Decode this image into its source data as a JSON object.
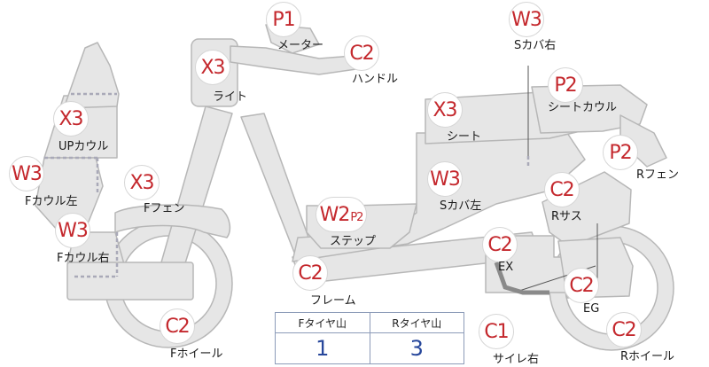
{
  "colors": {
    "body_fill": "#e6e6e6",
    "body_stroke": "#b7b7b7",
    "badge_text": "#c4282d",
    "table_value": "#27479b",
    "table_border": "#8c9bb8"
  },
  "parts": [
    {
      "key": "meter",
      "grade": "P1",
      "label": "メーター"
    },
    {
      "key": "handle",
      "grade": "C2",
      "label": "ハンドル"
    },
    {
      "key": "light",
      "grade": "X3",
      "label": "ライト"
    },
    {
      "key": "up-cowl",
      "grade": "X3",
      "label": "UPカウル"
    },
    {
      "key": "f-cowl-left",
      "grade": "W3",
      "label": "Fカウル左"
    },
    {
      "key": "f-fender",
      "grade": "X3",
      "label": "Fフェン"
    },
    {
      "key": "f-cowl-right",
      "grade": "W3",
      "label": "Fカウル右"
    },
    {
      "key": "f-wheel",
      "grade": "C2",
      "label": "Fホイール"
    },
    {
      "key": "step",
      "grade": "W2",
      "grade_sub": "P2",
      "label": "ステップ"
    },
    {
      "key": "frame",
      "grade": "C2",
      "label": "フレーム"
    },
    {
      "key": "seat",
      "grade": "X3",
      "label": "シート"
    },
    {
      "key": "s-cover-left",
      "grade": "W3",
      "label": "Sカバ左"
    },
    {
      "key": "s-cover-right",
      "grade": "W3",
      "label": "Sカバ右"
    },
    {
      "key": "seat-cowl",
      "grade": "P2",
      "label": "シートカウル"
    },
    {
      "key": "r-fender",
      "grade": "P2",
      "label": "Rフェン"
    },
    {
      "key": "r-suspension",
      "grade": "C2",
      "label": "Rサス"
    },
    {
      "key": "exhaust",
      "grade": "C2",
      "label": "EX"
    },
    {
      "key": "engine",
      "grade": "C2",
      "label": "EG"
    },
    {
      "key": "muffler-right",
      "grade": "C1",
      "label": "サイレ右"
    },
    {
      "key": "r-wheel",
      "grade": "C2",
      "label": "Rホイール"
    }
  ],
  "tire_table": {
    "headers": [
      "Fタイヤ山",
      "Rタイヤ山"
    ],
    "values": [
      "1",
      "3"
    ]
  }
}
